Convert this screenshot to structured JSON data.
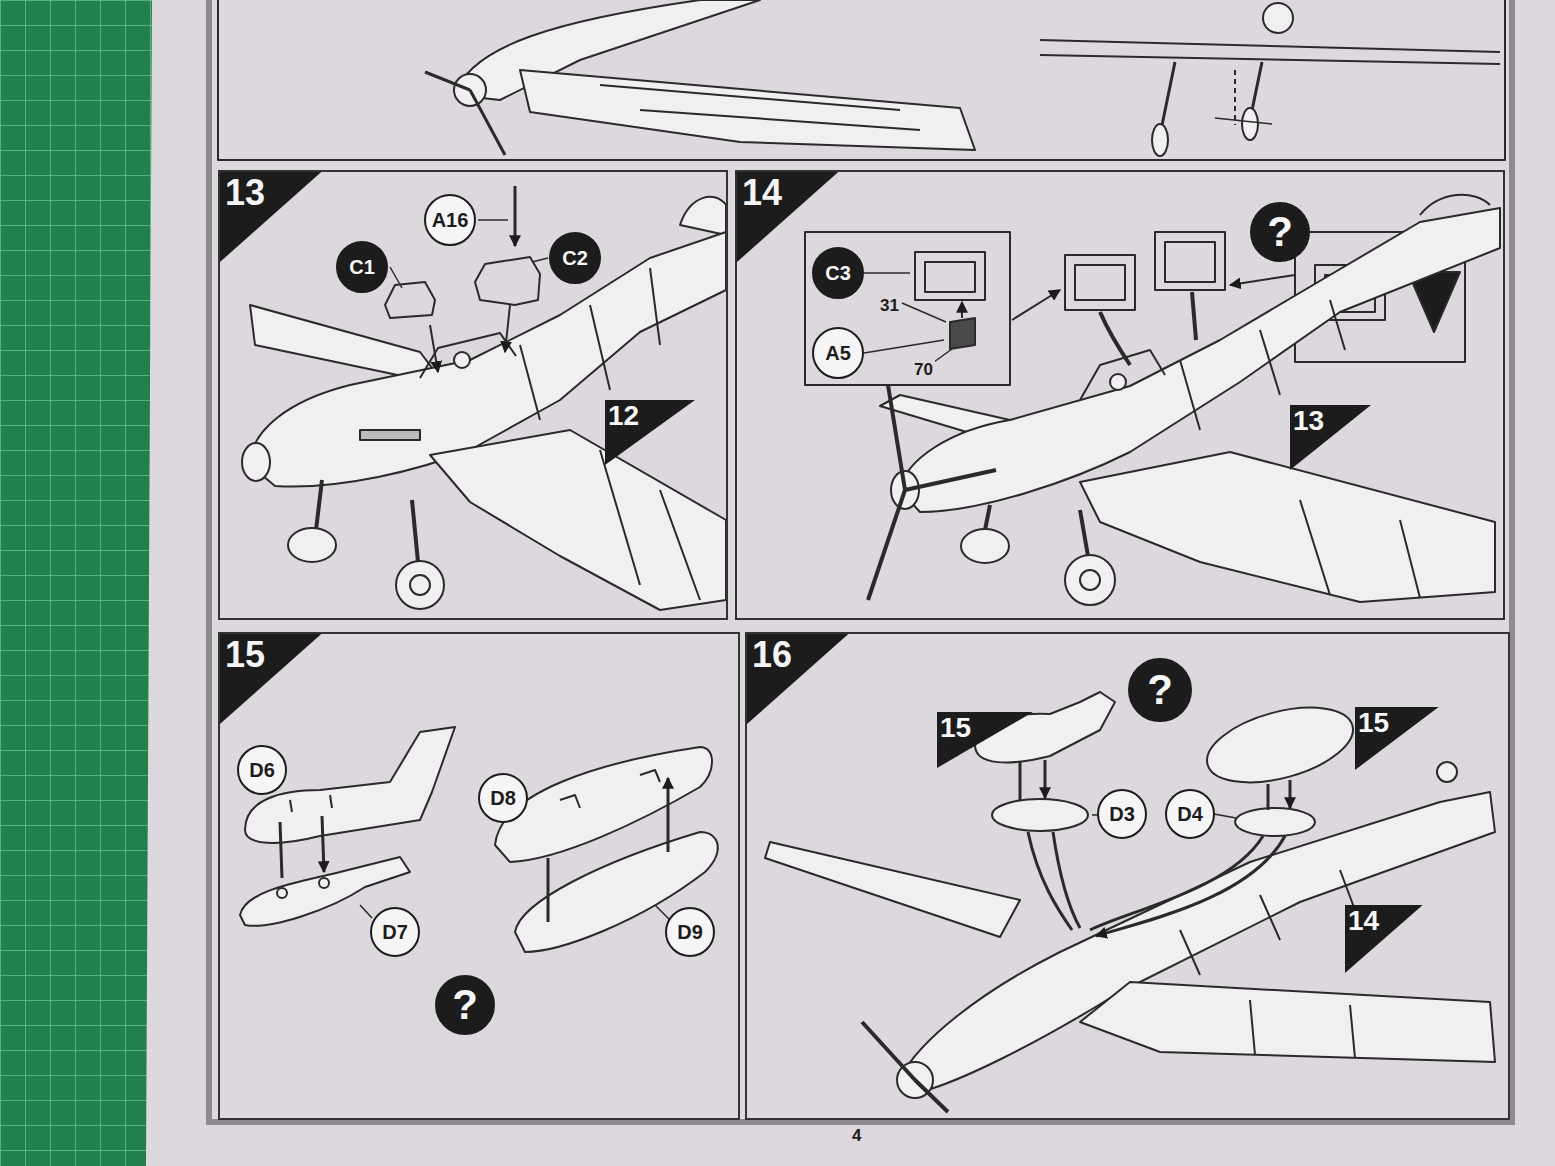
{
  "diagram": {
    "nodes": [
      {
        "text": [
          "13"
        ]
      },
      {
        "text": [
          "C1"
        ],
        "in": 0
      },
      {
        "text": [
          "A16"
        ],
        "in": 0
      },
      {
        "text": [
          "C2"
        ],
        "in": 0
      },
      {
        "text": [
          "12"
        ],
        "in": 0
      },
      {
        "text": [
          "14"
        ]
      },
      {
        "text": [
          "C3"
        ],
        "in": 5
      },
      {
        "text": [
          "A5"
        ],
        "in": 5
      },
      {
        "text": [
          "?"
        ],
        "in": 5
      },
      {
        "text": [
          "13"
        ],
        "in": 5
      },
      {
        "text": [
          "15"
        ]
      },
      {
        "text": [
          "D6"
        ],
        "in": 10
      },
      {
        "text": [
          "D8"
        ],
        "in": 10
      },
      {
        "text": [
          "D7"
        ],
        "in": 10
      },
      {
        "text": [
          "D9"
        ],
        "in": 10
      },
      {
        "text": [
          "?"
        ],
        "in": 10
      },
      {
        "text": [
          "16"
        ]
      },
      {
        "text": [
          "?"
        ],
        "in": 16
      },
      {
        "text": [
          "15"
        ],
        "in": 16
      },
      {
        "text": [
          "15"
        ],
        "in": 16
      },
      {
        "text": [
          "D3"
        ],
        "in": 16
      },
      {
        "text": [
          "D4"
        ],
        "in": 16
      },
      {
        "text": [
          "14"
        ],
        "in": 16
      }
    ],
    "labels": [
      "31",
      "70",
      "4"
    ]
  }
}
